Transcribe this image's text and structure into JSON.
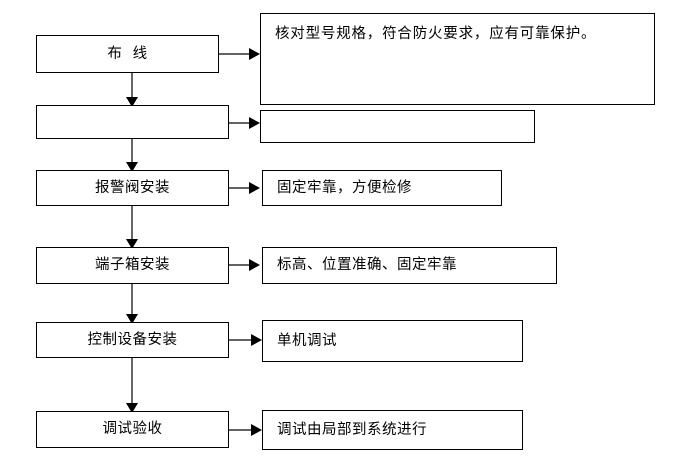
{
  "diagram": {
    "title": "",
    "type": "flowchart",
    "background_color": "#ffffff",
    "box_border_color": "#000000",
    "connector_color": "#4d4d4d",
    "text_color": "#000000",
    "steps": [
      {
        "id": "step-1",
        "stage_label": "布  线",
        "requirement_label": "核对型号规格，符合防火要求，应有可靠保护。",
        "requirement_multiline": true
      },
      {
        "id": "step-2",
        "stage_label": "",
        "requirement_label": "",
        "requirement_multiline": false
      },
      {
        "id": "step-3",
        "stage_label": "报警阀安装",
        "requirement_label": "固定牢靠，方便检修",
        "requirement_multiline": false
      },
      {
        "id": "step-4",
        "stage_label": "端子箱安装",
        "requirement_label": "标高、位置准确、固定牢靠",
        "requirement_multiline": false
      },
      {
        "id": "step-5",
        "stage_label": "控制设备安装",
        "requirement_label": "单机调试",
        "requirement_multiline": false
      },
      {
        "id": "step-6",
        "stage_label": "调试验收",
        "requirement_label": "调试由局部到系统进行",
        "requirement_multiline": false
      }
    ]
  }
}
